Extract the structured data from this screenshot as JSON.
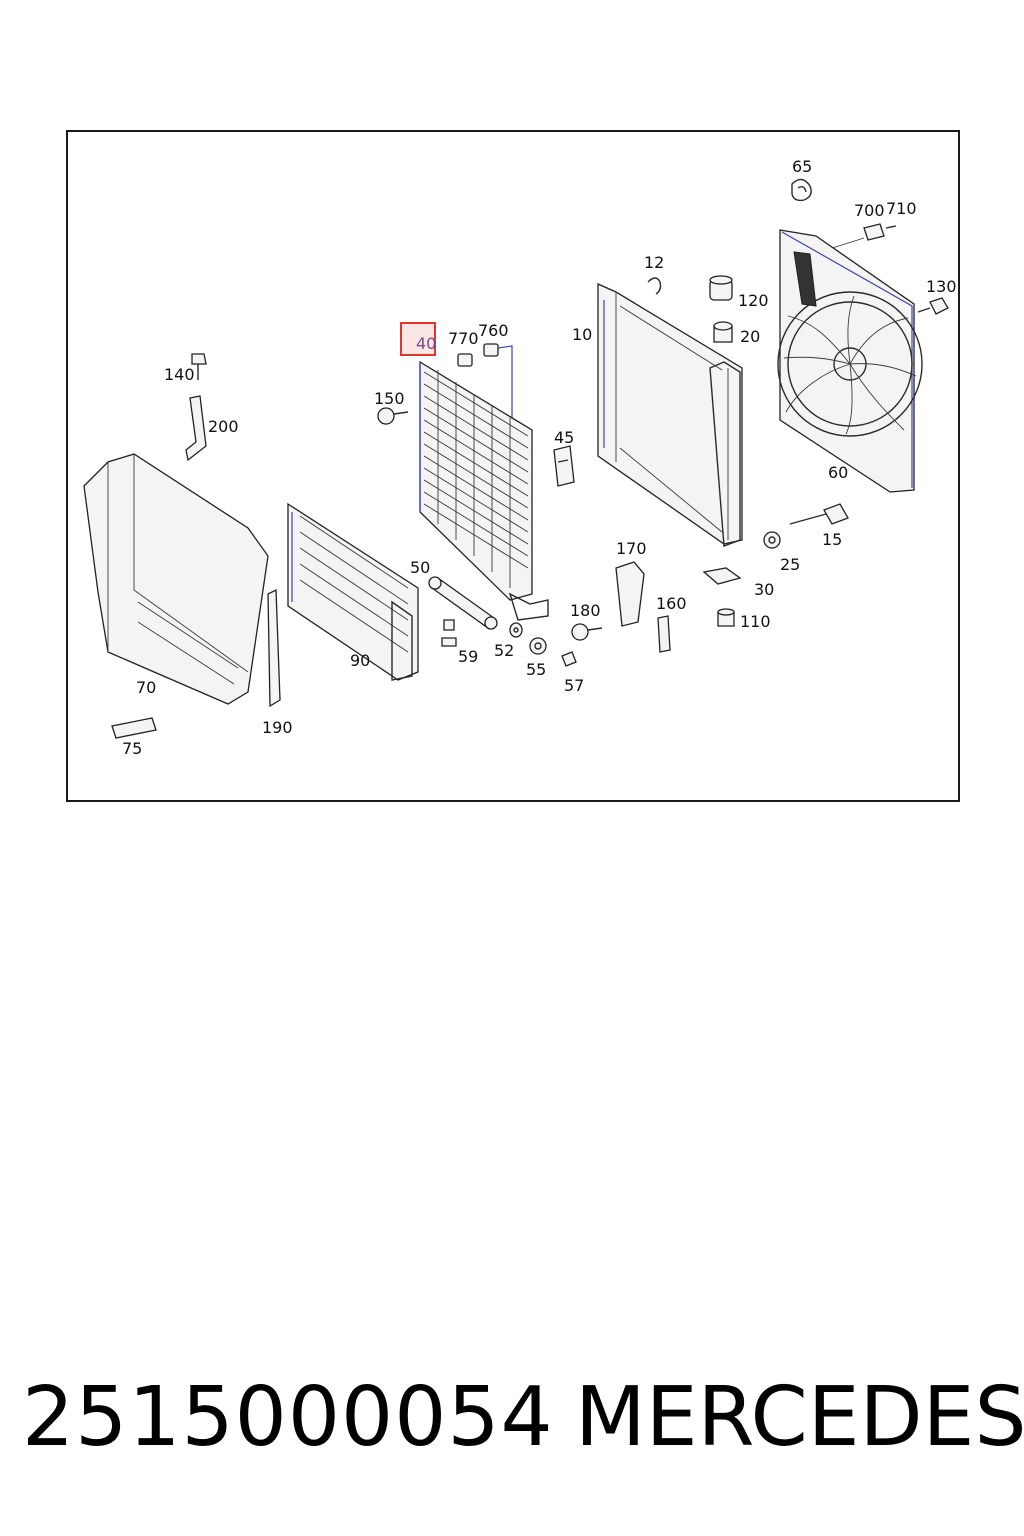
{
  "footer": {
    "part_number": "2515000054",
    "brand": "MERCEDES"
  },
  "callouts": [
    {
      "id": "65",
      "label": "65"
    },
    {
      "id": "700",
      "label": "700"
    },
    {
      "id": "710",
      "label": "710"
    },
    {
      "id": "12",
      "label": "12"
    },
    {
      "id": "120",
      "label": "120"
    },
    {
      "id": "130",
      "label": "130"
    },
    {
      "id": "10",
      "label": "10"
    },
    {
      "id": "20",
      "label": "20"
    },
    {
      "id": "40",
      "label": "40",
      "highlighted": true
    },
    {
      "id": "770",
      "label": "770"
    },
    {
      "id": "760",
      "label": "760"
    },
    {
      "id": "140",
      "label": "140"
    },
    {
      "id": "150",
      "label": "150"
    },
    {
      "id": "200",
      "label": "200"
    },
    {
      "id": "45",
      "label": "45"
    },
    {
      "id": "60",
      "label": "60"
    },
    {
      "id": "15",
      "label": "15"
    },
    {
      "id": "170",
      "label": "170"
    },
    {
      "id": "25",
      "label": "25"
    },
    {
      "id": "50",
      "label": "50"
    },
    {
      "id": "30",
      "label": "30"
    },
    {
      "id": "180",
      "label": "180"
    },
    {
      "id": "160",
      "label": "160"
    },
    {
      "id": "110",
      "label": "110"
    },
    {
      "id": "90",
      "label": "90"
    },
    {
      "id": "59",
      "label": "59"
    },
    {
      "id": "52",
      "label": "52"
    },
    {
      "id": "55",
      "label": "55"
    },
    {
      "id": "57",
      "label": "57"
    },
    {
      "id": "70",
      "label": "70"
    },
    {
      "id": "190",
      "label": "190"
    },
    {
      "id": "75",
      "label": "75"
    }
  ],
  "colors": {
    "highlight_border": "#e0342f",
    "highlight_text": "#7b4a8a",
    "line_accent": "#3d46a8"
  }
}
